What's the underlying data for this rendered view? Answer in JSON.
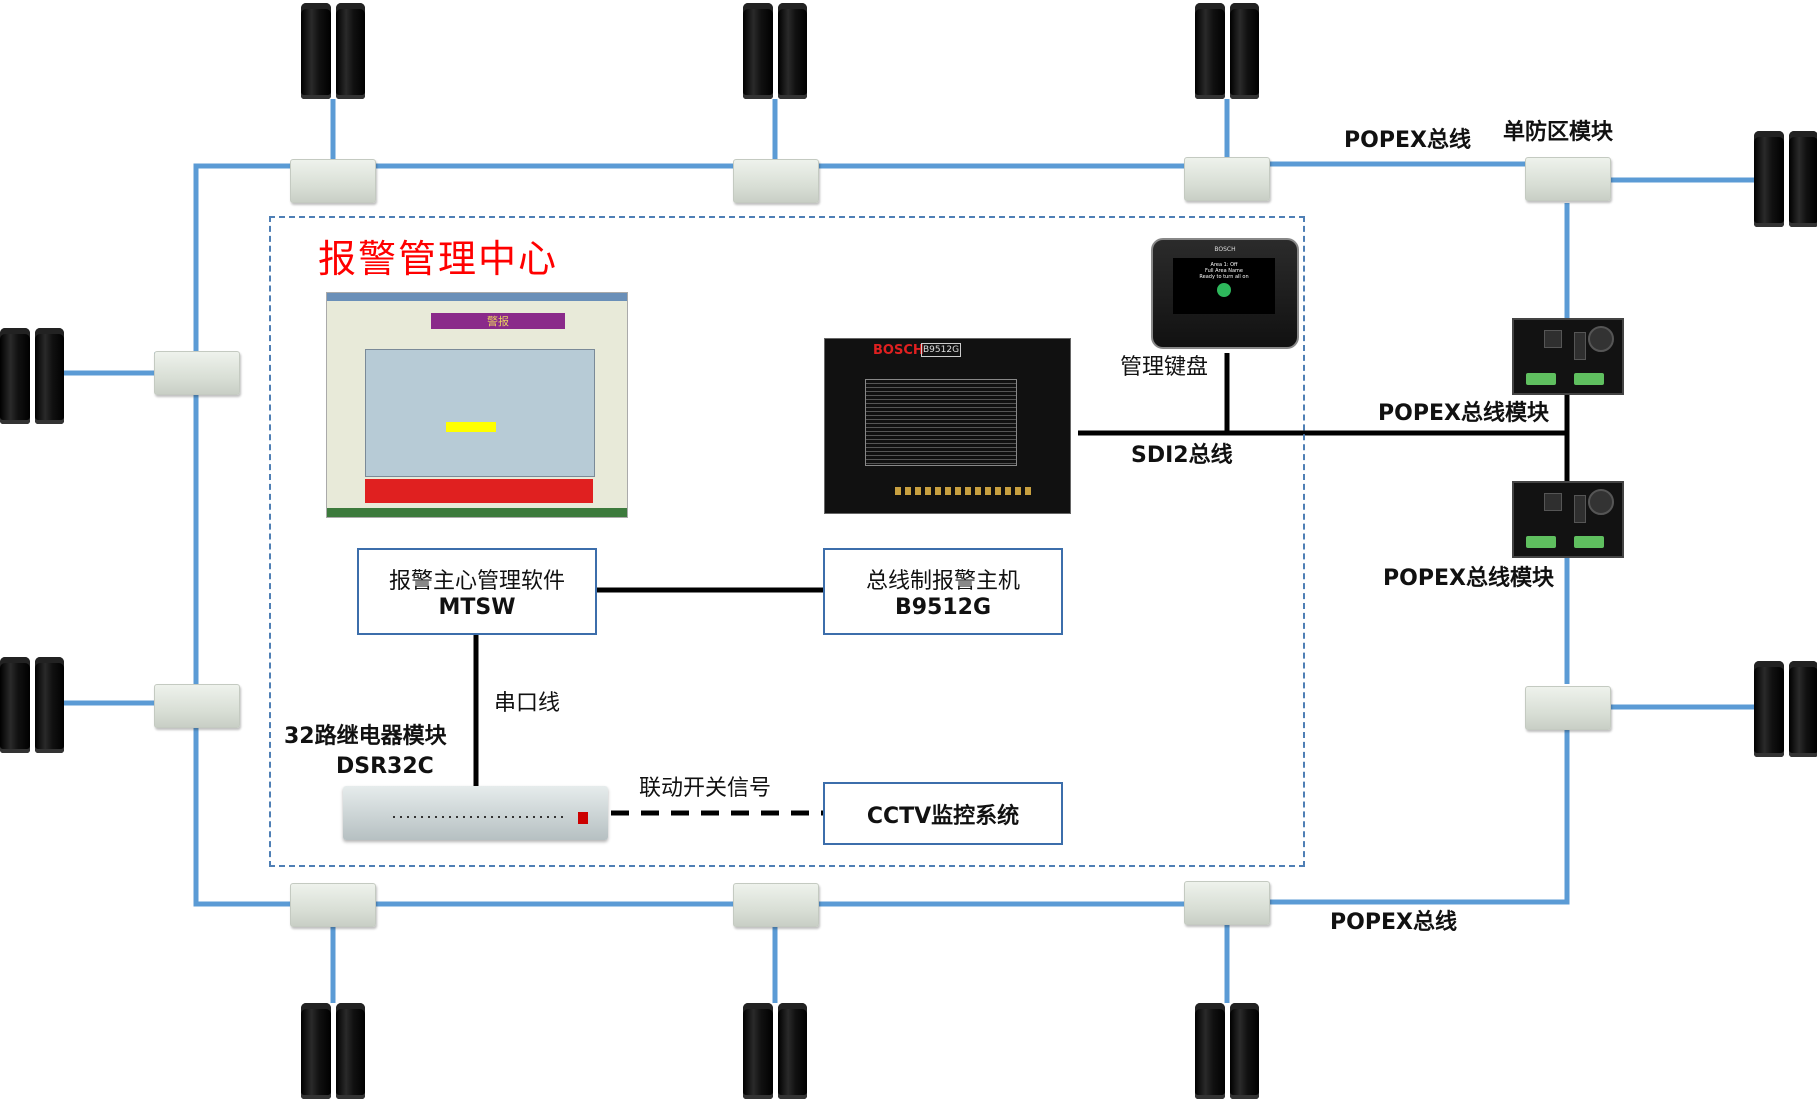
{
  "title": "报警管理中心",
  "labels": {
    "popex_bus_top": "POPEX总线",
    "single_zone_module": "单防区模块",
    "management_keypad": "管理键盘",
    "sdi2_bus": "SDI2总线",
    "popex_bus_module_1": "POPEX总线模块",
    "popex_bus_module_2": "POPEX总线模块",
    "popex_bus_bottom": "POPEX总线",
    "serial_line": "串口线",
    "relay_module_name": "32路继电器模块",
    "relay_module_model": "DSR32C",
    "linkage_signal": "联动开关信号"
  },
  "boxes": {
    "software": {
      "line1": "报警主心管理软件",
      "line2": "MTSW"
    },
    "host": {
      "line1": "总线制报警主机",
      "line2": "B9512G"
    },
    "cctv": {
      "line1": "CCTV监控系统"
    }
  },
  "devices": {
    "panel_brand": "BOSCH",
    "panel_model": "B9512G",
    "keypad_brand": "BOSCH",
    "keypad_screen": [
      "Area 1: Off",
      "Full Area Name",
      "Ready to turn all on"
    ],
    "software_alarm": "警报"
  },
  "colors": {
    "bus": "#5b9bd5",
    "title": "#ff0000",
    "box_border": "#3c6eab"
  }
}
